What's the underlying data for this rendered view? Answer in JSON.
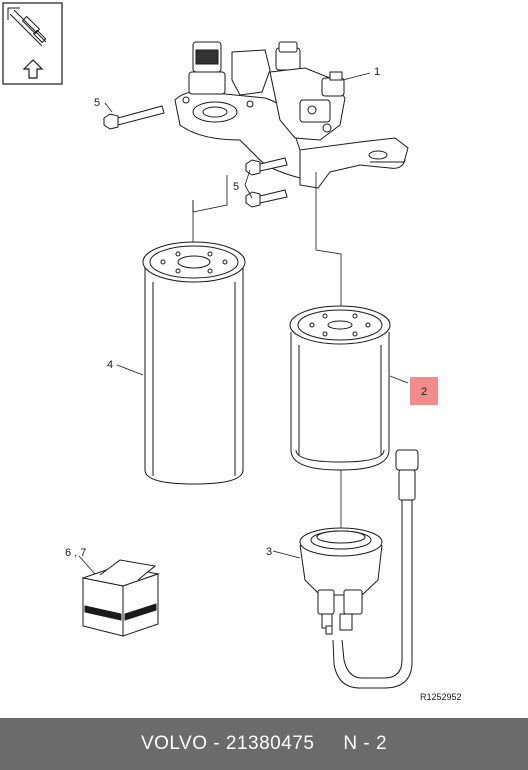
{
  "callouts": {
    "c1": "1",
    "c2": "2",
    "c3": "3",
    "c4": "4",
    "c5a": "5",
    "c5b": "5",
    "c67": "6 , 7"
  },
  "reference_code": "R1252952",
  "footer": {
    "brand": "VOLVO",
    "separator": " - ",
    "part_number": "21380475",
    "gap": "     ",
    "position": "N - 2"
  },
  "colors": {
    "highlight": "#f28b8b",
    "footer_bg": "#6b6b6b",
    "line": "#1a1a1a"
  },
  "icons": [
    "orientation-arrow-icon",
    "package-box-icon"
  ]
}
